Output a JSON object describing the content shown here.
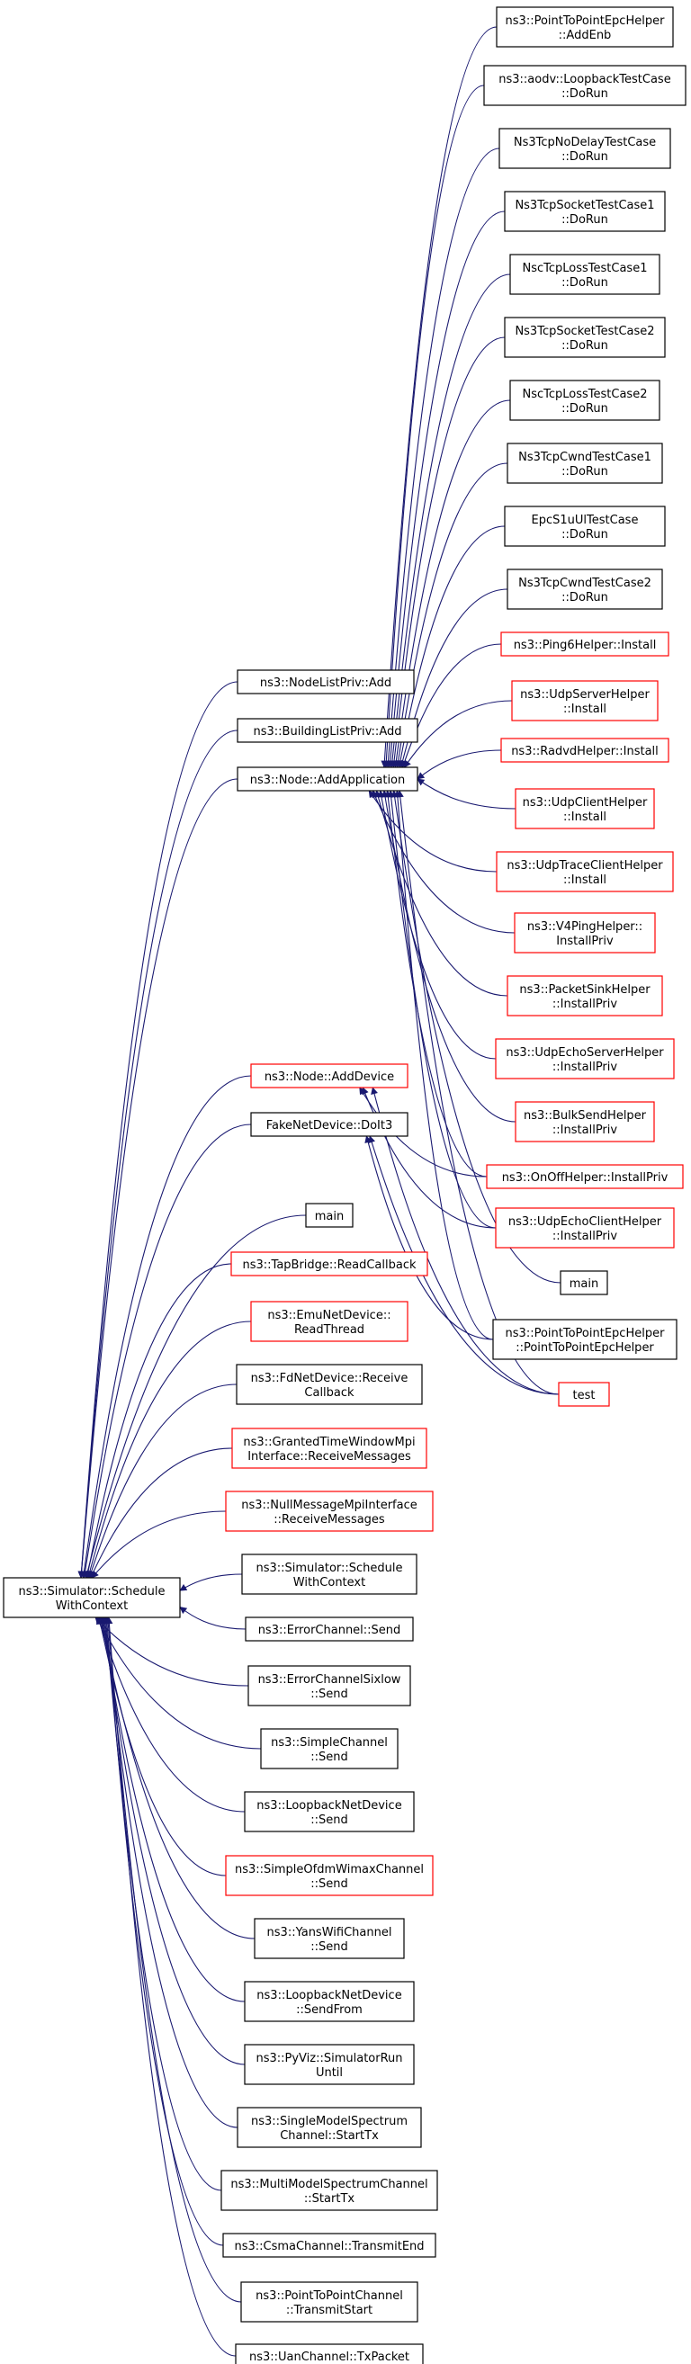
{
  "colors": {
    "edge": "#191970",
    "normal_border": "#000000",
    "red_border": "#ff0000",
    "root_fill": "#bfbfbf",
    "node_fill": "#ffffff"
  },
  "graph": {
    "root": {
      "id": "root",
      "lines": [
        "ns3::Simulator::Schedule",
        "WithContext"
      ]
    },
    "nodes": [
      {
        "id": "nodelistpriv_add",
        "lines": [
          "ns3::NodeListPriv::Add"
        ],
        "border": "black",
        "target": "root"
      },
      {
        "id": "buildinglistpriv_add",
        "lines": [
          "ns3::BuildingListPriv::Add"
        ],
        "border": "black",
        "target": "root"
      },
      {
        "id": "node_addapplication",
        "lines": [
          "ns3::Node::AddApplication"
        ],
        "border": "black",
        "target": "root"
      },
      {
        "id": "node_adddevice",
        "lines": [
          "ns3::Node::AddDevice"
        ],
        "border": "red",
        "target": "root"
      },
      {
        "id": "fakenetdevice_doit3",
        "lines": [
          "FakeNetDevice::DoIt3"
        ],
        "border": "black",
        "target": "root"
      },
      {
        "id": "main_left",
        "lines": [
          "main"
        ],
        "border": "black",
        "target": "root"
      },
      {
        "id": "tapbridge_readcallback",
        "lines": [
          "ns3::TapBridge::ReadCallback"
        ],
        "border": "red",
        "target": "root"
      },
      {
        "id": "emunetdevice_readthread",
        "lines": [
          "ns3::EmuNetDevice::",
          "ReadThread"
        ],
        "border": "red",
        "target": "root"
      },
      {
        "id": "fdnetdevice_receivecallback",
        "lines": [
          "ns3::FdNetDevice::Receive",
          "Callback"
        ],
        "border": "black",
        "target": "root"
      },
      {
        "id": "grantedtimewindow_receivemessages",
        "lines": [
          "ns3::GrantedTimeWindowMpi",
          "Interface::ReceiveMessages"
        ],
        "border": "red",
        "target": "root"
      },
      {
        "id": "nullmessage_receivemessages",
        "lines": [
          "ns3::NullMessageMpiInterface",
          "::ReceiveMessages"
        ],
        "border": "red",
        "target": "root"
      },
      {
        "id": "simulator_schedulewithcontext",
        "lines": [
          "ns3::Simulator::Schedule",
          "WithContext"
        ],
        "border": "black",
        "target": "root"
      },
      {
        "id": "errorchannel_send",
        "lines": [
          "ns3::ErrorChannel::Send"
        ],
        "border": "black",
        "target": "root"
      },
      {
        "id": "errorchannelsixlow_send",
        "lines": [
          "ns3::ErrorChannelSixlow",
          "::Send"
        ],
        "border": "black",
        "target": "root"
      },
      {
        "id": "simplechannel_send",
        "lines": [
          "ns3::SimpleChannel",
          "::Send"
        ],
        "border": "black",
        "target": "root"
      },
      {
        "id": "loopbacknetdevice_send",
        "lines": [
          "ns3::LoopbackNetDevice",
          "::Send"
        ],
        "border": "black",
        "target": "root"
      },
      {
        "id": "simpleofdmwimaxchannel_send",
        "lines": [
          "ns3::SimpleOfdmWimaxChannel",
          "::Send"
        ],
        "border": "red",
        "target": "root"
      },
      {
        "id": "yanswifichannel_send",
        "lines": [
          "ns3::YansWifiChannel",
          "::Send"
        ],
        "border": "black",
        "target": "root"
      },
      {
        "id": "loopbacknetdevice_sendfrom",
        "lines": [
          "ns3::LoopbackNetDevice",
          "::SendFrom"
        ],
        "border": "black",
        "target": "root"
      },
      {
        "id": "pyviz_simulatorrununtil",
        "lines": [
          "ns3::PyViz::SimulatorRun",
          "Until"
        ],
        "border": "black",
        "target": "root"
      },
      {
        "id": "singlemodelspectrumchannel_starttx",
        "lines": [
          "ns3::SingleModelSpectrum",
          "Channel::StartTx"
        ],
        "border": "black",
        "target": "root"
      },
      {
        "id": "multimodelspectrumchannel_starttx",
        "lines": [
          "ns3::MultiModelSpectrumChannel",
          "::StartTx"
        ],
        "border": "black",
        "target": "root"
      },
      {
        "id": "csmachannel_transmitend",
        "lines": [
          "ns3::CsmaChannel::TransmitEnd"
        ],
        "border": "black",
        "target": "root"
      },
      {
        "id": "pointtopointchannel_transmitstart",
        "lines": [
          "ns3::PointToPointChannel",
          "::TransmitStart"
        ],
        "border": "black",
        "target": "root"
      },
      {
        "id": "uanchannel_txpacket",
        "lines": [
          "ns3::UanChannel::TxPacket"
        ],
        "border": "black",
        "target": "root"
      },
      {
        "id": "p2pepc_addenb",
        "lines": [
          "ns3::PointToPointEpcHelper",
          "::AddEnb"
        ],
        "border": "black",
        "target": "node_addapplication"
      },
      {
        "id": "aodv_loopback_dorun",
        "lines": [
          "ns3::aodv::LoopbackTestCase",
          "::DoRun"
        ],
        "border": "black",
        "target": "node_addapplication"
      },
      {
        "id": "ns3tcpnodelay_dorun",
        "lines": [
          "Ns3TcpNoDelayTestCase",
          "::DoRun"
        ],
        "border": "black",
        "target": "node_addapplication"
      },
      {
        "id": "ns3tcpsocket1_dorun",
        "lines": [
          "Ns3TcpSocketTestCase1",
          "::DoRun"
        ],
        "border": "black",
        "target": "node_addapplication"
      },
      {
        "id": "nsctcploss1_dorun",
        "lines": [
          "NscTcpLossTestCase1",
          "::DoRun"
        ],
        "border": "black",
        "target": "node_addapplication"
      },
      {
        "id": "ns3tcpsocket2_dorun",
        "lines": [
          "Ns3TcpSocketTestCase2",
          "::DoRun"
        ],
        "border": "black",
        "target": "node_addapplication"
      },
      {
        "id": "nsctcploss2_dorun",
        "lines": [
          "NscTcpLossTestCase2",
          "::DoRun"
        ],
        "border": "black",
        "target": "node_addapplication"
      },
      {
        "id": "ns3tcpcwnd1_dorun",
        "lines": [
          "Ns3TcpCwndTestCase1",
          "::DoRun"
        ],
        "border": "black",
        "target": "node_addapplication"
      },
      {
        "id": "epcs1uul_dorun",
        "lines": [
          "EpcS1uUlTestCase",
          "::DoRun"
        ],
        "border": "black",
        "target": "node_addapplication"
      },
      {
        "id": "ns3tcpcwnd2_dorun",
        "lines": [
          "Ns3TcpCwndTestCase2",
          "::DoRun"
        ],
        "border": "black",
        "target": "node_addapplication"
      },
      {
        "id": "ping6helper_install",
        "lines": [
          "ns3::Ping6Helper::Install"
        ],
        "border": "red",
        "target": "node_addapplication"
      },
      {
        "id": "udpserverhelper_install",
        "lines": [
          "ns3::UdpServerHelper",
          "::Install"
        ],
        "border": "red",
        "target": "node_addapplication"
      },
      {
        "id": "radvdhelper_install",
        "lines": [
          "ns3::RadvdHelper::Install"
        ],
        "border": "red",
        "target": "node_addapplication"
      },
      {
        "id": "udpclienthelper_install",
        "lines": [
          "ns3::UdpClientHelper",
          "::Install"
        ],
        "border": "red",
        "target": "node_addapplication"
      },
      {
        "id": "udptraceclienthelper_install",
        "lines": [
          "ns3::UdpTraceClientHelper",
          "::Install"
        ],
        "border": "red",
        "target": "node_addapplication"
      },
      {
        "id": "v4pinghelper_installpriv",
        "lines": [
          "ns3::V4PingHelper::",
          "InstallPriv"
        ],
        "border": "red",
        "target": "node_addapplication"
      },
      {
        "id": "packetsinkhelper_installpriv",
        "lines": [
          "ns3::PacketSinkHelper",
          "::InstallPriv"
        ],
        "border": "red",
        "target": "node_addapplication"
      },
      {
        "id": "udpechoserverhelper_installpriv",
        "lines": [
          "ns3::UdpEchoServerHelper",
          "::InstallPriv"
        ],
        "border": "red",
        "target": "node_addapplication"
      },
      {
        "id": "bulksendhelper_installpriv",
        "lines": [
          "ns3::BulkSendHelper",
          "::InstallPriv"
        ],
        "border": "red",
        "target": "node_addapplication"
      },
      {
        "id": "onoffhelper_installpriv",
        "lines": [
          "ns3::OnOffHelper::InstallPriv"
        ],
        "border": "red",
        "target": "node_addapplication"
      },
      {
        "id": "udpechoclienthelper_installpriv",
        "lines": [
          "ns3::UdpEchoClientHelper",
          "::InstallPriv"
        ],
        "border": "red",
        "target": "node_addapplication"
      },
      {
        "id": "main_right",
        "lines": [
          "main"
        ],
        "border": "black",
        "target": "node_addapplication"
      },
      {
        "id": "p2pepc_ctor",
        "lines": [
          "ns3::PointToPointEpcHelper",
          "::PointToPointEpcHelper"
        ],
        "border": "black",
        "target": "node_addapplication"
      },
      {
        "id": "test_right",
        "lines": [
          "test"
        ],
        "border": "red",
        "target": "node_addapplication"
      }
    ]
  }
}
